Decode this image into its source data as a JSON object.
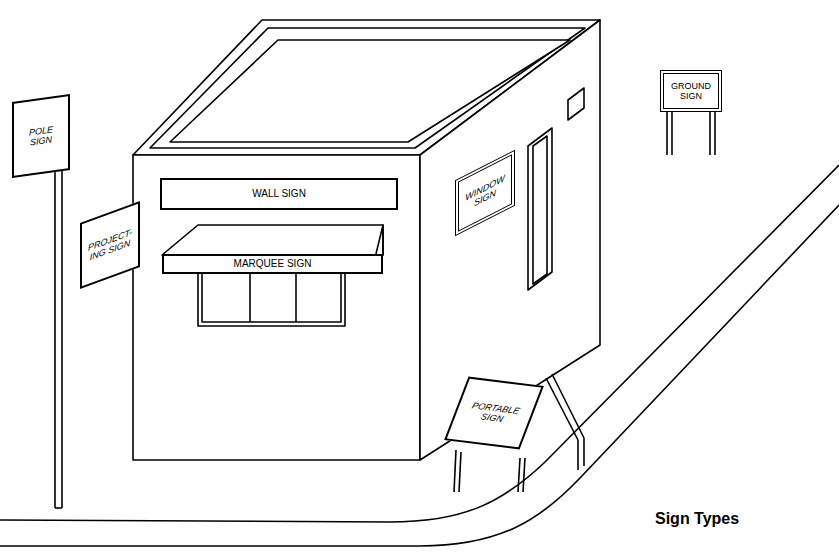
{
  "diagram": {
    "caption": "Sign Types",
    "nodes": [
      {
        "text": [
          "POLE SIGN"
        ]
      },
      {
        "text": [
          "PROJECT- ING SIGN"
        ]
      },
      {
        "text": [
          "WALL SIGN"
        ]
      },
      {
        "text": [
          "MARQUEE SIGN"
        ]
      },
      {
        "text": [
          "WINDOW SIGN"
        ]
      },
      {
        "text": [
          "GROUND SIGN"
        ]
      },
      {
        "text": [
          "PORTABLE SIGN"
        ]
      }
    ]
  }
}
